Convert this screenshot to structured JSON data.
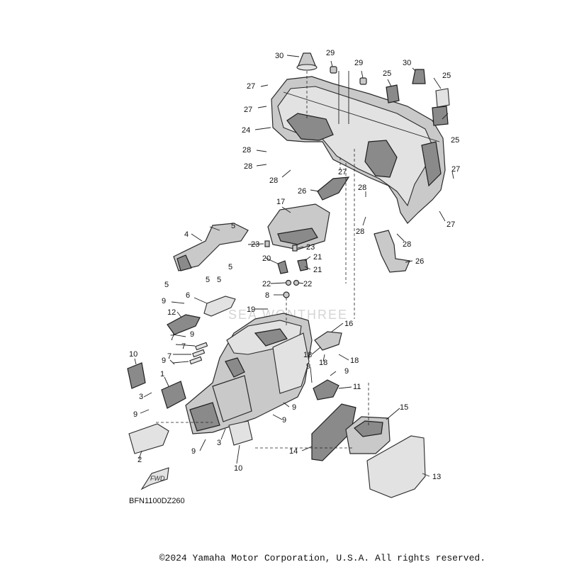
{
  "diagram": {
    "watermark": "SEA WONTHREE",
    "drawing_code": "BFN1100DZ260",
    "fwd_label": "FWD",
    "copyright": "©2024 Yamaha Motor Corporation, U.S.A. All rights reserved.",
    "callouts": {
      "c30a": "30",
      "c29a": "29",
      "c29b": "29",
      "c30b": "30",
      "c25a": "25",
      "c25b": "25",
      "c25c": "25",
      "c27a": "27",
      "c27b": "27",
      "c27c": "27",
      "c27d": "27",
      "c27e": "27",
      "c24": "24",
      "c28a": "28",
      "c28b": "28",
      "c28c": "28",
      "c28d": "28",
      "c28e": "28",
      "c28f": "28",
      "c26a": "26",
      "c26b": "26",
      "c17": "17",
      "c4": "4",
      "c5a": "5",
      "c5b": "5",
      "c5c": "5",
      "c5d": "5",
      "c5e": "5",
      "c23a": "23",
      "c23b": "23",
      "c20": "20",
      "c21a": "21",
      "c21b": "21",
      "c22a": "22",
      "c22b": "22",
      "c8": "8",
      "c19": "19",
      "c6": "6",
      "c12": "12",
      "c9a": "9",
      "c9b": "9",
      "c9c": "9",
      "c9d": "9",
      "c9e": "9",
      "c9f": "9",
      "c9g": "9",
      "c9h": "9",
      "c9i": "9",
      "c7a": "7",
      "c7b": "7",
      "c7c": "7",
      "c16": "16",
      "c18a": "18",
      "c18b": "18",
      "c18c": "18",
      "c10a": "10",
      "c10b": "10",
      "c1": "1",
      "c3a": "3",
      "c3b": "3",
      "c11": "11",
      "c15": "15",
      "c14": "14",
      "c13": "13",
      "c2": "2"
    }
  }
}
